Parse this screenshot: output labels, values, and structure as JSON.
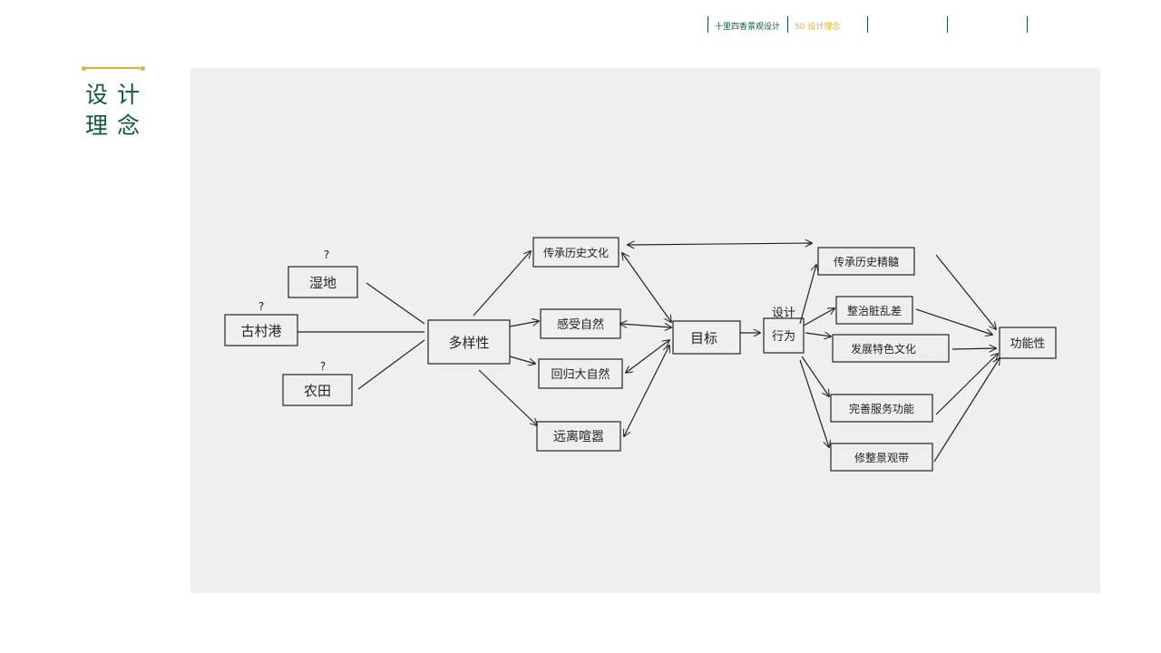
{
  "nav": {
    "items": [
      "十里四香景观设计",
      "50 设计理念",
      "",
      ""
    ],
    "active_index": 1
  },
  "section_title": "设计理念",
  "colors": {
    "accent": "#e0b030",
    "brand_green": "#0b5a35",
    "paper": "#efefef"
  },
  "diagram": {
    "nodes": {
      "wetland": "湿地",
      "village": "古村港",
      "farmland": "农田",
      "diversity": "多样性",
      "history": "传承历史文化",
      "feel_nature": "感受自然",
      "return_nature": "回归大自然",
      "away_noise": "远离喧嚣",
      "goal": "目标",
      "design_behavior_top": "设计",
      "design_behavior_bottom": "行为",
      "r_history": "传承历史精髓",
      "r_tidy": "整治脏乱差",
      "r_develop": "发展特色文化",
      "r_service": "完善服务功能",
      "r_landscape": "修整景观带",
      "function": "功能性"
    },
    "question_mark": "?"
  }
}
